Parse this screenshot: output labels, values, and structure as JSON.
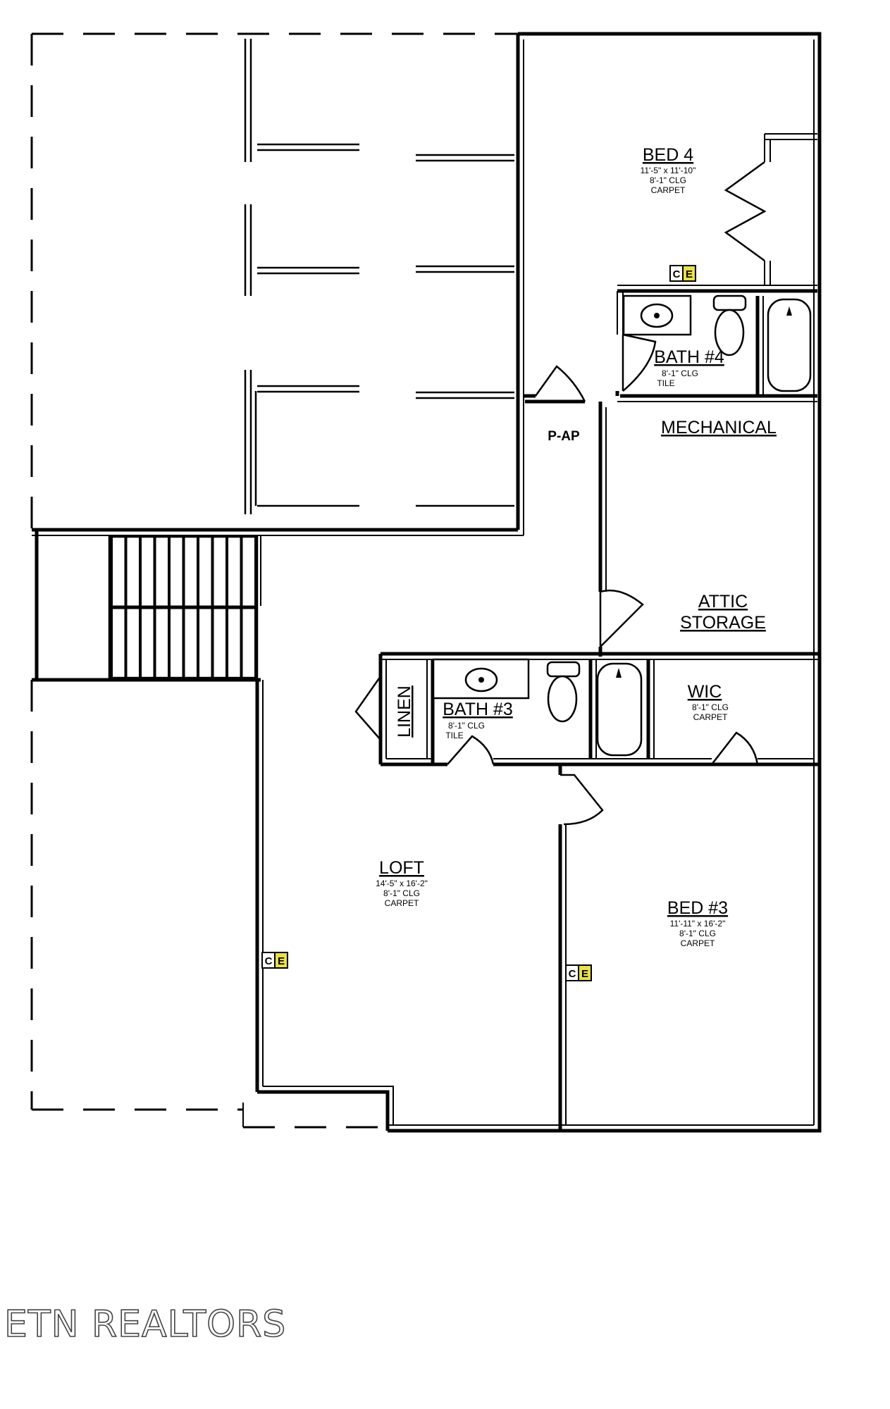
{
  "rooms": {
    "bed4": {
      "name": "BED 4",
      "dims": "11'-5\" x 11'-10\"",
      "ceiling": "8'-1\" CLG",
      "floor": "CARPET"
    },
    "bath4": {
      "name": "BATH #4",
      "ceiling": "8'-1\" CLG",
      "floor": "TILE"
    },
    "pap": {
      "name": "P-AP"
    },
    "mechanical": {
      "name": "MECHANICAL"
    },
    "attic": {
      "line1": "ATTIC",
      "line2": "STORAGE"
    },
    "linen": {
      "name": "LINEN"
    },
    "bath3": {
      "name": "BATH #3",
      "ceiling": "8'-1\" CLG",
      "floor": "TILE"
    },
    "wic": {
      "name": "WIC",
      "ceiling": "8'-1\" CLG",
      "floor": "CARPET"
    },
    "loft": {
      "name": "LOFT",
      "dims": "14'-5\" x 16'-2\"",
      "ceiling": "8'-1\" CLG",
      "floor": "CARPET"
    },
    "bed3": {
      "name": "BED #3",
      "dims": "11'-11\" x 16'-2\"",
      "ceiling": "8'-1\" CLG",
      "floor": "CARPET"
    }
  },
  "markers": {
    "c": "C",
    "e": "E"
  },
  "colors": {
    "marker_yellow": "#e8e04a",
    "line": "#000000"
  },
  "watermark": "ETN REALTORS"
}
